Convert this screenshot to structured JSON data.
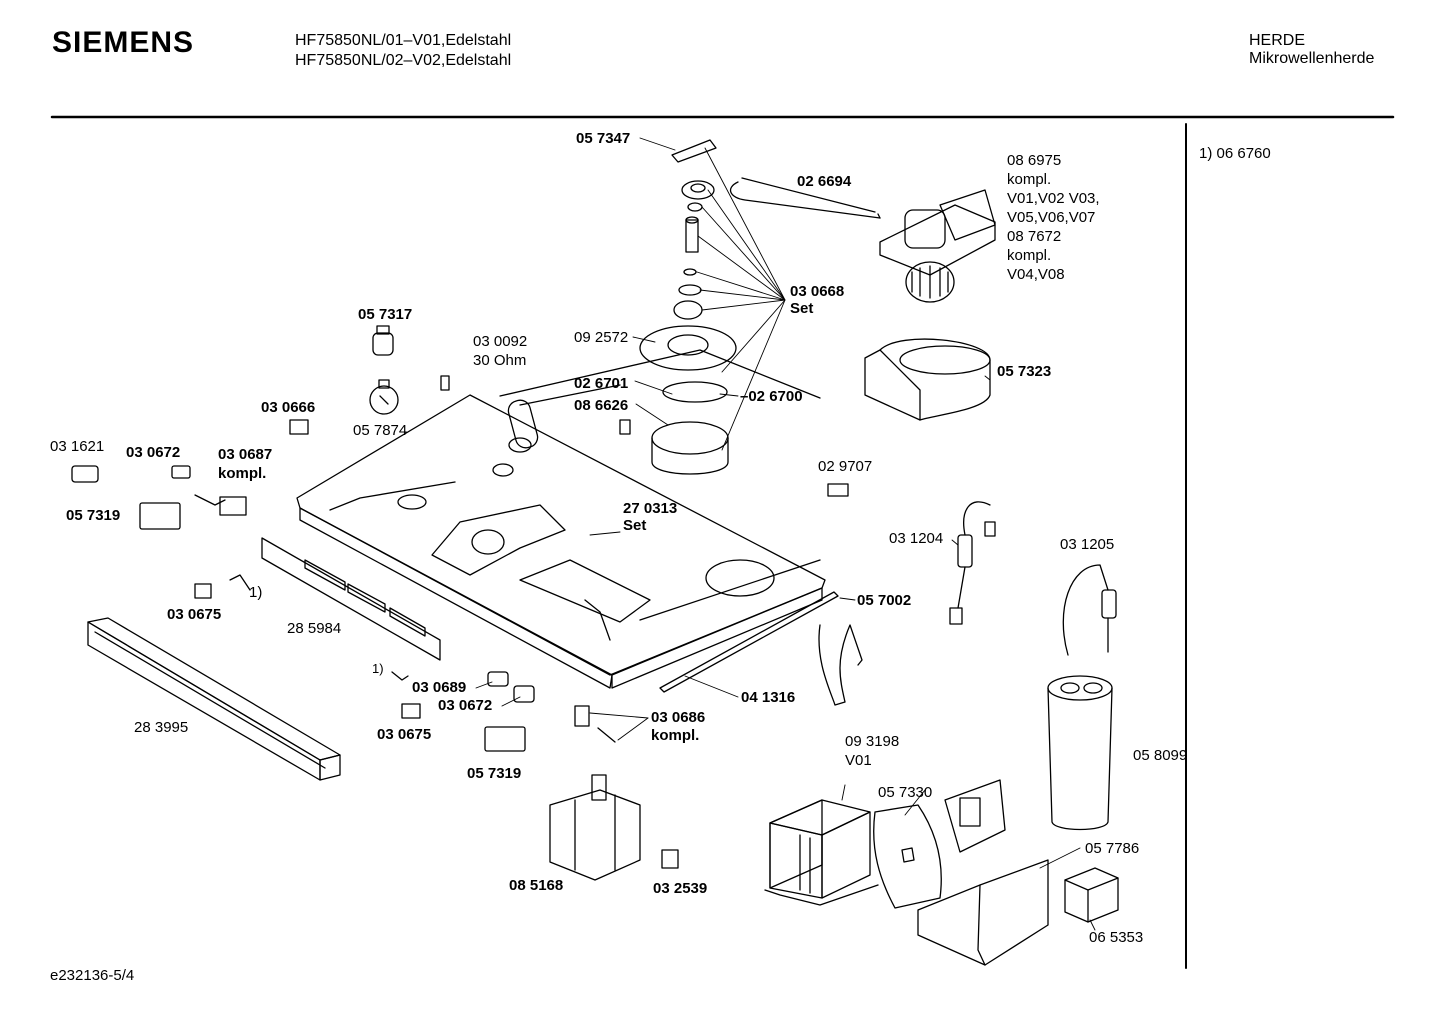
{
  "header": {
    "brand": "SIEMENS",
    "model_line_1": "HF75850NL/01–V01,Edelstahl",
    "model_line_2": "HF75850NL/02–V02,Edelstahl",
    "category": "HERDE",
    "subcategory": "Mikrowellenherde"
  },
  "footnote": "1)  06 6760",
  "doc_id": "e232136-5/4",
  "parts": {
    "p057347": "05 7347",
    "p026694": "02 6694",
    "p086975": "08 6975",
    "kompl_a": "kompl.",
    "var_a1": "V01,V02 V03,",
    "var_a2": "V05,V06,V07",
    "p087672": "08 7672",
    "kompl_b": "kompl.",
    "var_b": "V04,V08",
    "p030668": "03 0668",
    "set_a": "Set",
    "p057317": "05 7317",
    "p030092": "03 0092",
    "ohm": "30 Ohm",
    "p092572": "09 2572",
    "p057323": "05 7323",
    "p026701": "02 6701",
    "p026700": "–02 6700",
    "p086626": "08 6626",
    "p030666": "03 0666",
    "p057874": "05 7874",
    "p031621": "03 1621",
    "p030672a": "03 0672",
    "p030687": "03 0687",
    "kompl_c": "kompl.",
    "p029707": "02 9707",
    "p057319a": "05 7319",
    "p270313": "27 0313",
    "set_b": "Set",
    "p031204": "03 1204",
    "p031205": "03 1205",
    "mark_a": "1)",
    "p030675a": "03 0675",
    "p285984": "28 5984",
    "p057002": "05 7002",
    "mark_b": "1)",
    "p030689": "03 0689",
    "p030672b": "03 0672",
    "p030675b": "03 0675",
    "p041316": "04 1316",
    "p030686": "03 0686",
    "kompl_d": "kompl.",
    "p283995": "28 3995",
    "p057319b": "05 7319",
    "p093198": "09 3198",
    "v01": "V01",
    "p058099": "05 8099",
    "p057330": "05 7330",
    "p085168": "08 5168",
    "p032539": "03 2539",
    "p057786": "05 7786",
    "p065353": "06 5353"
  }
}
